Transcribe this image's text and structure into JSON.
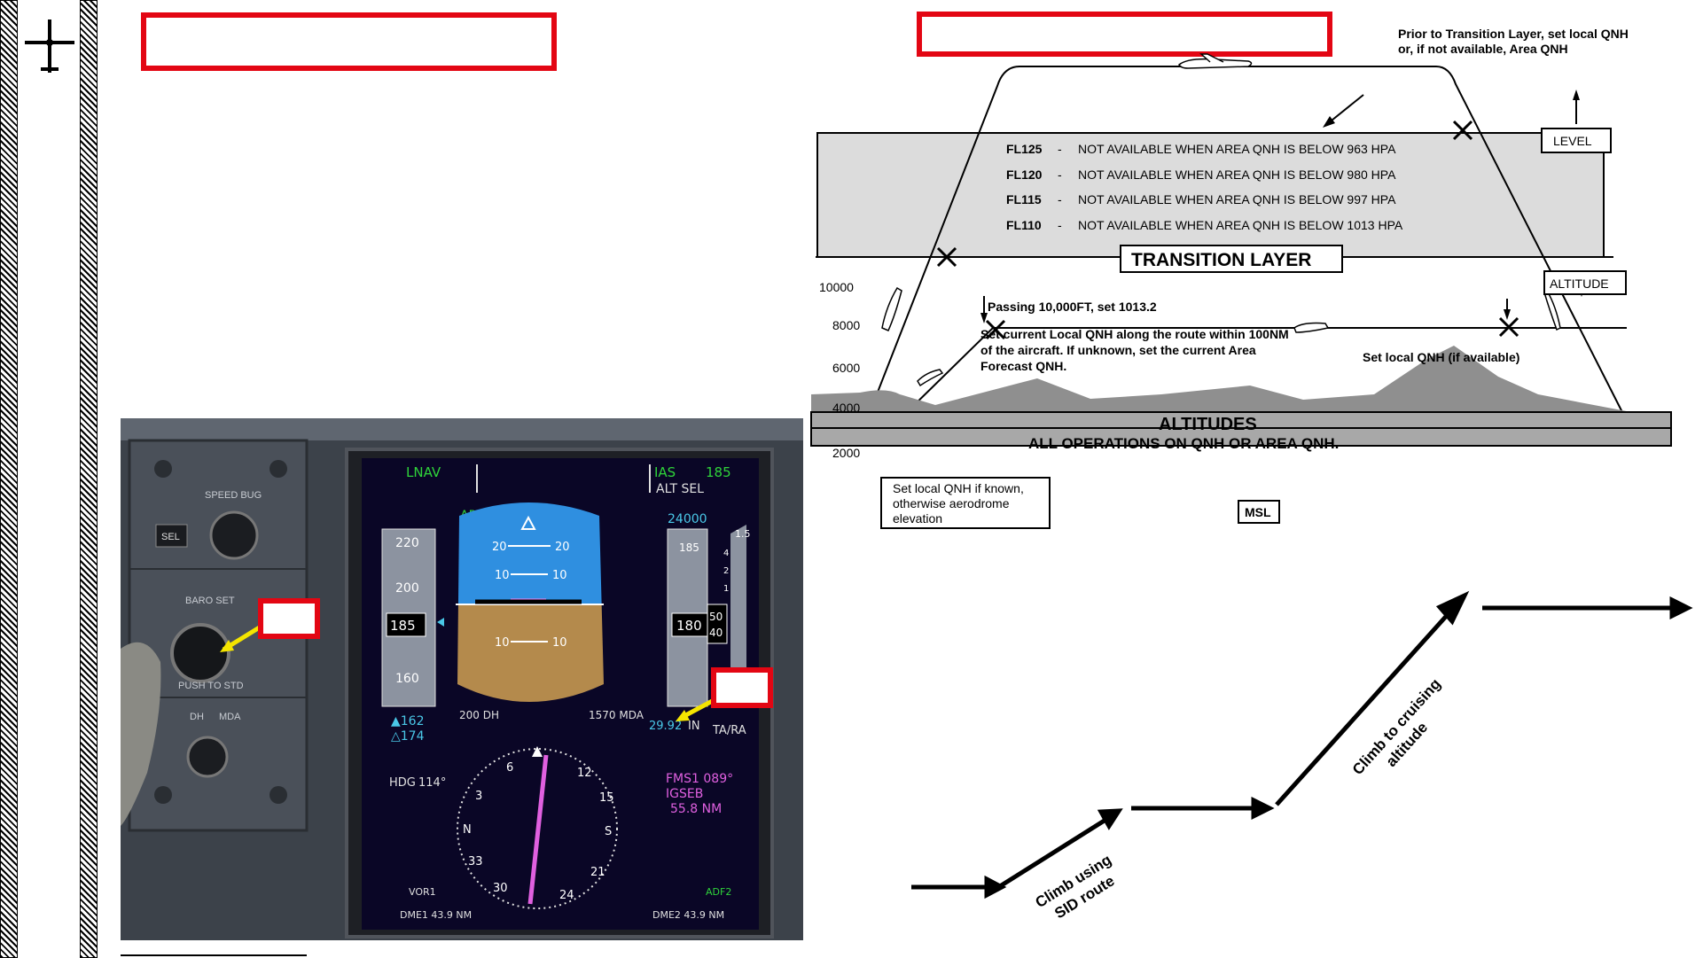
{
  "transition_diagram": {
    "fl_rows": [
      {
        "fl": "FL125",
        "dash": "-",
        "text": "NOT AVAILABLE WHEN AREA QNH IS BELOW 963 HPA"
      },
      {
        "fl": "FL120",
        "dash": "-",
        "text": "NOT AVAILABLE WHEN AREA QNH IS BELOW 980 HPA"
      },
      {
        "fl": "FL115",
        "dash": "-",
        "text": "NOT AVAILABLE WHEN AREA QNH IS BELOW 997 HPA"
      },
      {
        "fl": "FL110",
        "dash": "-",
        "text": "NOT AVAILABLE WHEN AREA QNH IS BELOW 1013 HPA"
      }
    ],
    "transition_layer": "TRANSITION LAYER",
    "level_label": "LEVEL",
    "altitude_label": "ALTITUDE",
    "prior_note_1": "Prior to Transition Layer, set local QNH",
    "prior_note_2": "or, if not  available, Area QNH",
    "passing_note": "Passing 10,000FT,  set  1013.2",
    "route_note_1": "Set  current Local QNH along the route within 100NM",
    "route_note_2": "of the aircraft.  If unknown, set the current Area",
    "route_note_3": "Forecast QNH.",
    "local_qnh_note": "Set local QNH (if available)",
    "altitudes_title": "ALTITUDES",
    "altitudes_sub": "ALL OPERATIONS ON QNH OR AREA QNH.",
    "aerodrome_1": "Set local QNH if known,",
    "aerodrome_2": "otherwise aerodrome",
    "aerodrome_3": "elevation",
    "msl": "MSL",
    "y_ticks": [
      "10000",
      "8000",
      "6000",
      "4000",
      "2000"
    ]
  },
  "profile": {
    "climb_sid_1": "Climb using",
    "climb_sid_2": "SID route",
    "climb_cruise_1": "Climb to cruising",
    "climb_cruise_2": "altitude"
  },
  "cockpit": {
    "speed_bug": "SPEED BUG",
    "sel": "SEL",
    "baro_set": "BARO SET",
    "push_to_std": "PUSH TO STD",
    "dh": "DH",
    "mda": "MDA",
    "lnav": "LNAV",
    "ap": "AP",
    "ias": "IAS",
    "ias_value": "185",
    "alt_sel": "ALT SEL",
    "alt_sel_value": "24000",
    "speed_ticks": [
      "220",
      "200",
      "160"
    ],
    "speed_current": "185",
    "speed_low_1": "▲162",
    "speed_low_2": "△174",
    "alt_bug": "185",
    "alt_current": "180",
    "alt_box_right": "50",
    "alt_box_right2": "40",
    "vs_scale": [
      "1.5",
      "4",
      "2",
      "1"
    ],
    "pitch_20": "20",
    "pitch_10": "10",
    "dh_value": "200 DH",
    "mda_value": "1570 MDA",
    "baro_value": "29.92",
    "baro_unit": "IN",
    "tara": "TA/RA",
    "hdg": "HDG",
    "hdg_value": "114°",
    "fms": "FMS1 089°",
    "fms_wpt": "IGSEB",
    "fms_dist": "55.8 NM",
    "vor1": "VOR1",
    "adf2": "ADF2",
    "dme1": "DME1  43.9  NM",
    "dme2": "DME2  43.9  NM",
    "compass": [
      "6",
      "12",
      "15",
      "S",
      "21",
      "24",
      "30",
      "33",
      "N",
      "3"
    ]
  }
}
